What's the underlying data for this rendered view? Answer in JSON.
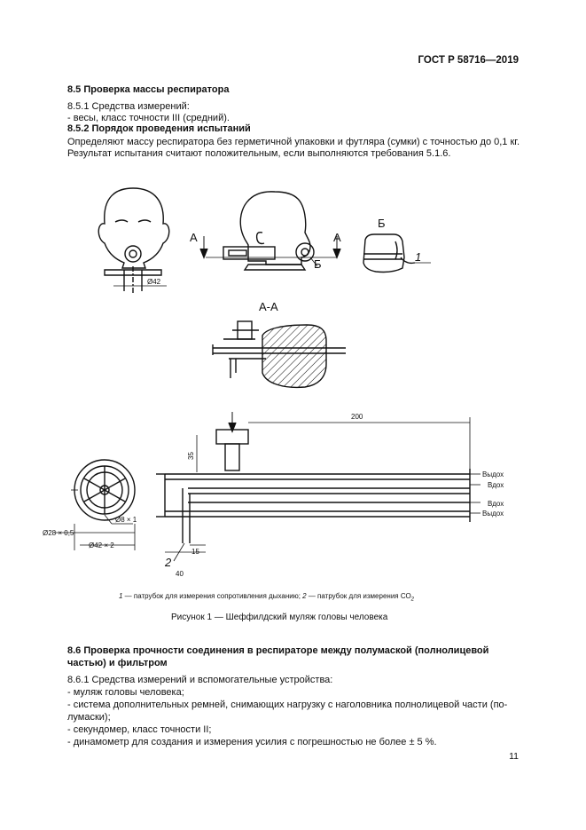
{
  "header": {
    "standard": "ГОСТ Р 58716—2019"
  },
  "section_8_5": {
    "title": "8.5 Проверка массы респиратора",
    "p1": "8.5.1 Средства измерений:",
    "p1_item": "-  весы, класс точности III (средний).",
    "sub_title": "8.5.2 Порядок проведения испытаний",
    "p2_line1": "Определяют массу респиратора без герметичной упаковки и футляра (сумки) с точностью до 0,1 кг.",
    "p2_line2": "Результат испытания считают положительным, если выполняются требования 5.1.6."
  },
  "figure": {
    "labels": {
      "A_left": "А",
      "A_right": "А",
      "B_marker": "Б",
      "B_view": "Б",
      "callout_1": "1",
      "callout_2": "2",
      "section_AA": "А-А",
      "dim_d42_head": "Ø42",
      "dim_200": "200",
      "dim_35": "35",
      "dim_d28": "Ø28 × 0,5",
      "dim_d8": "Ø8 × 1",
      "dim_d42x2": "Ø42 × 2",
      "dim_15": "15",
      "dim_40": "40",
      "flow_out1": "Выдох",
      "flow_in1": "Вдох",
      "flow_in2": "Вдох",
      "flow_out2": "Выдох"
    },
    "notes_num1": "1",
    "notes_text1": " — патрубок для измерения сопротивления дыханию; ",
    "notes_num2": "2",
    "notes_text2": " — патрубок для измерения СО",
    "notes_sub": "2",
    "caption": "Рисунок 1 — Шеффилдский муляж головы человека"
  },
  "section_8_6": {
    "title_line1": "8.6 Проверка прочности соединения в респираторе между полумаской (полнолицевой",
    "title_line2": "частью) и фильтром",
    "p1": "8.6.1 Средства измерений и вспомогательные устройства:",
    "items": [
      "-  муляж головы человека;",
      "-  система дополнительных ремней, снимающих нагрузку с наголовника полнолицевой части (по-",
      "лумаски);",
      "-  секундомер, класс точности II;",
      "-  динамометр для создания и измерения усилия с погрешностью не более ± 5 %."
    ]
  },
  "page_number": "11"
}
